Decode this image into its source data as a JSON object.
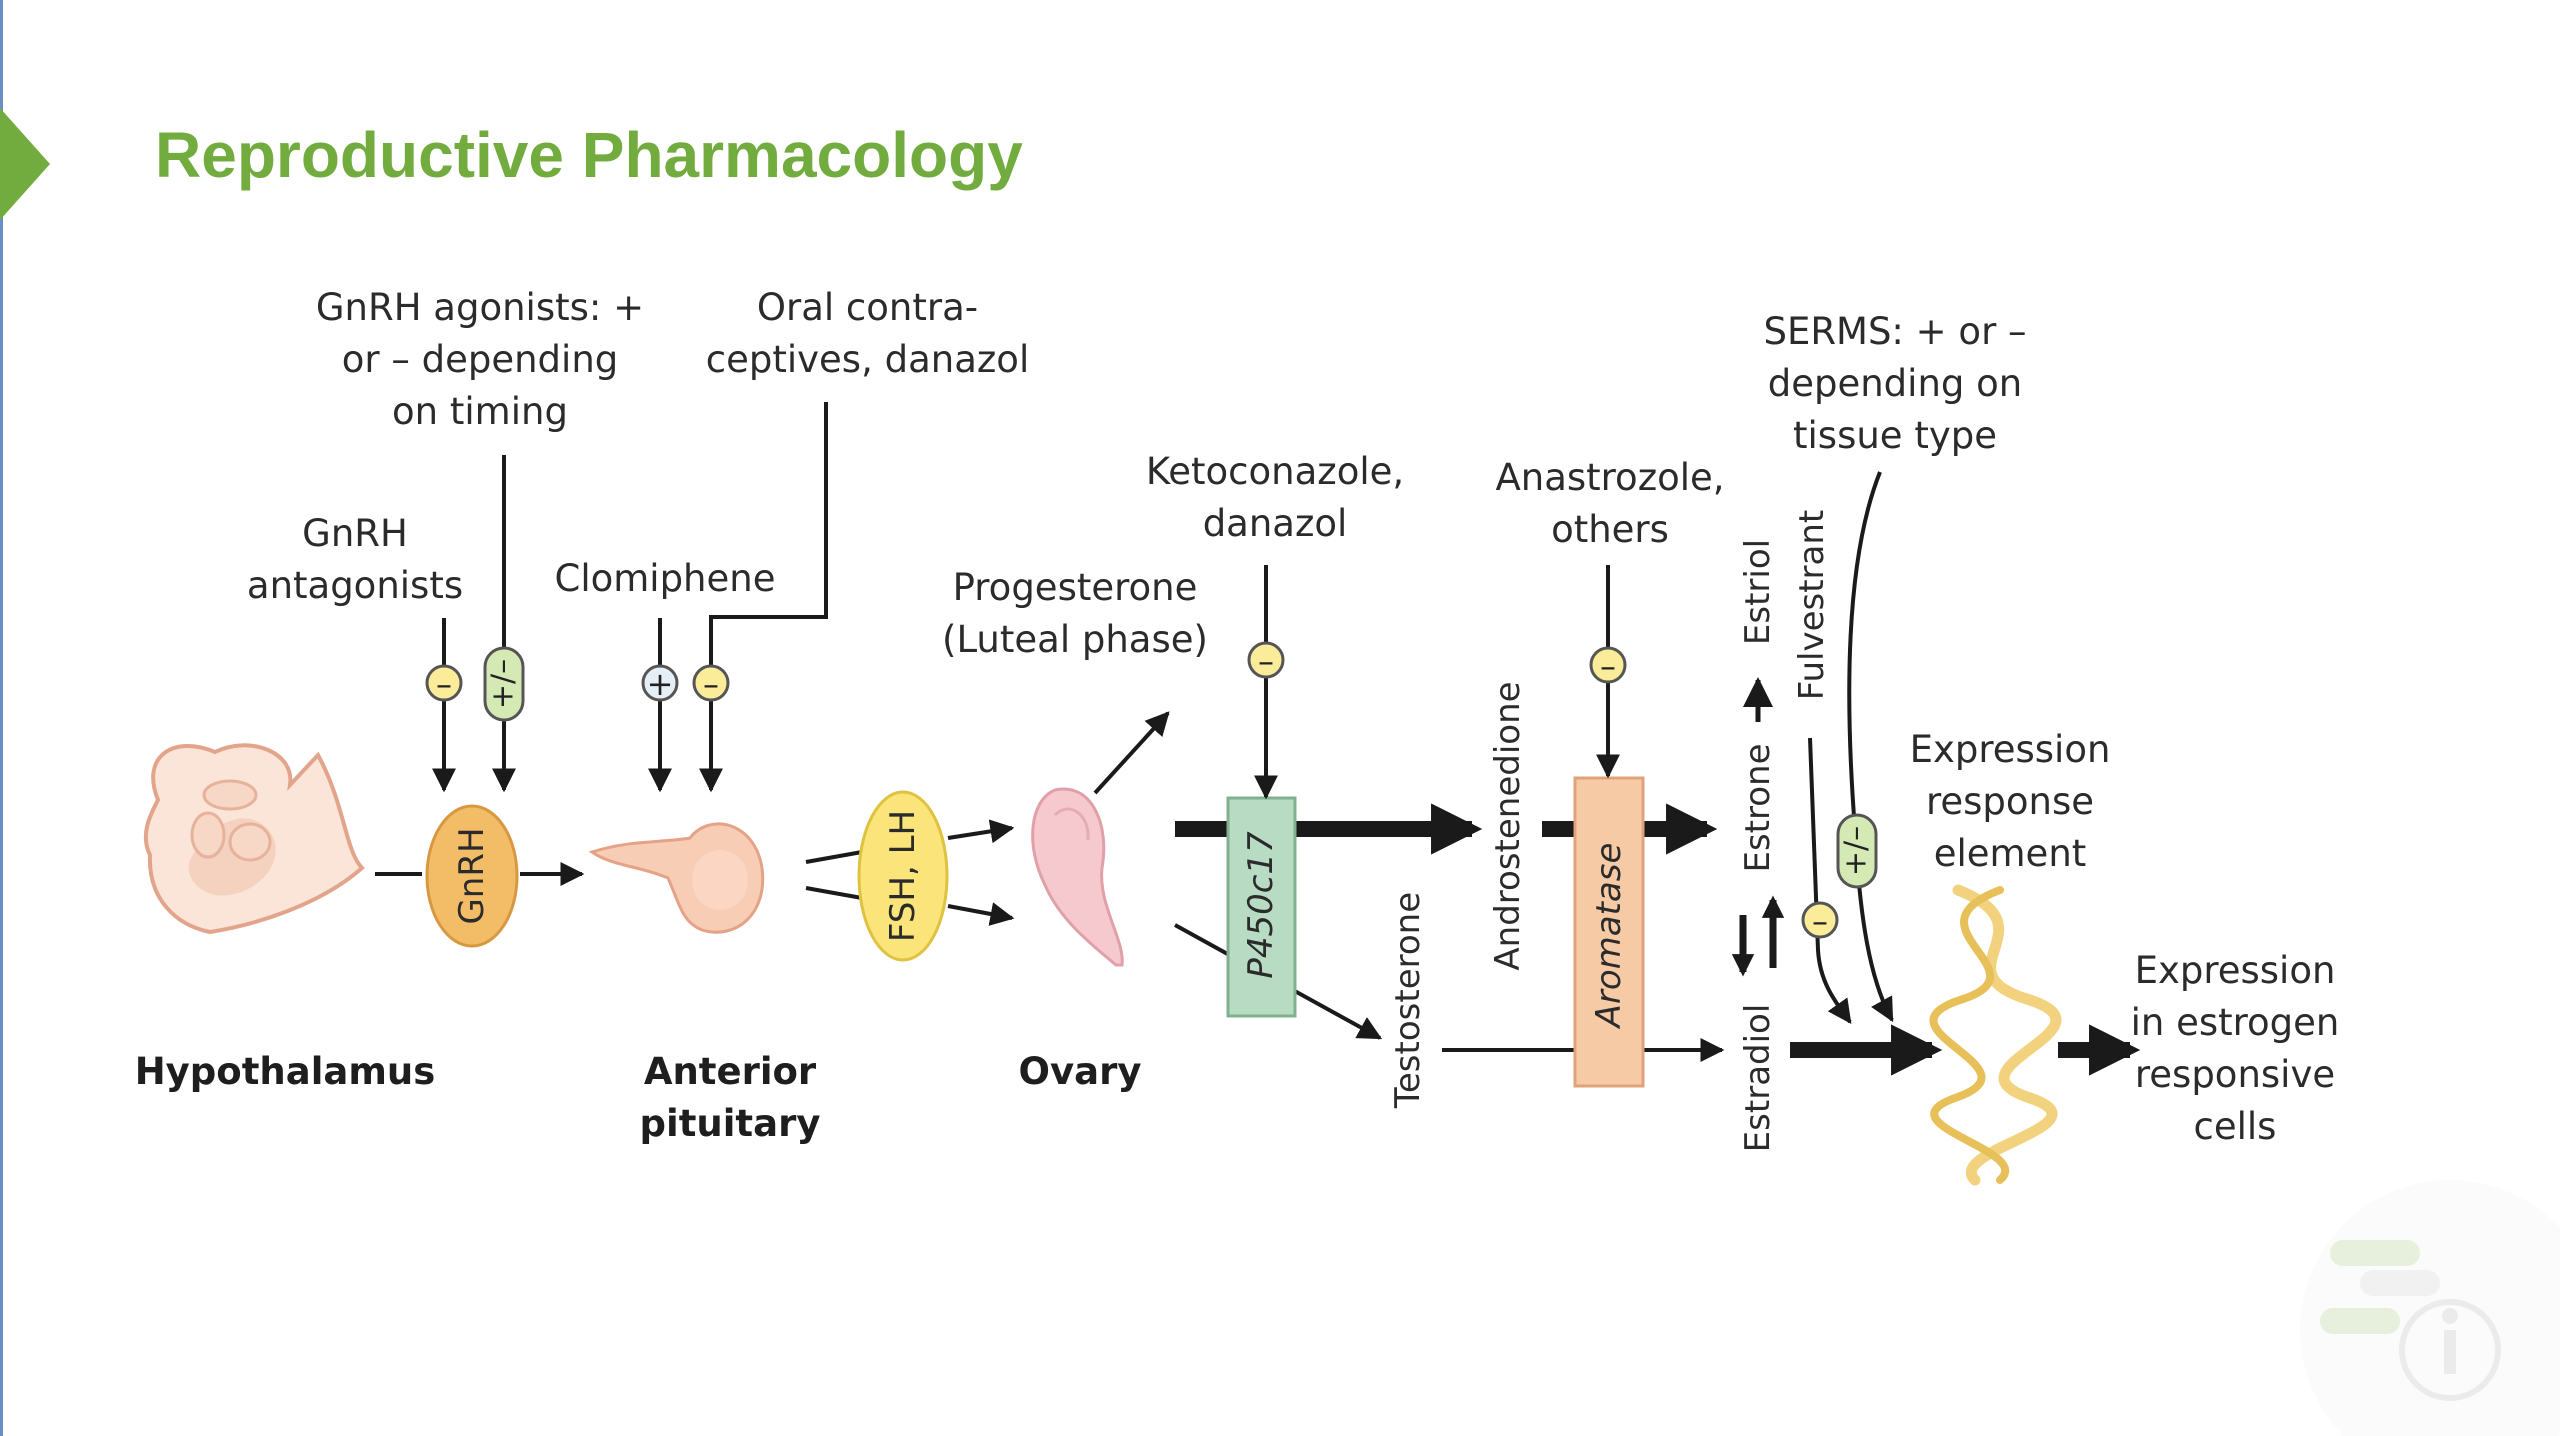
{
  "title": "Reproductive Pharmacology",
  "accent_color": "#72ac3e",
  "labels": {
    "gnrh_agonists": "GnRH agonists: +\nor – depending\non timing",
    "oral_contraceptives": "Oral contra-\nceptives, danazol",
    "gnrh_antagonists": "GnRH\nantagonists",
    "clomiphene": "Clomiphene",
    "progesterone": "Progesterone\n(Luteal phase)",
    "ketoconazole": "Ketoconazole,\ndanazol",
    "anastrozole": "Anastrozole,\nothers",
    "serms": "SERMS: + or –\ndepending on\ntissue type",
    "expression_response": "Expression\nresponse\nelement",
    "expression_cells": "Expression\nin estrogen\nresponsive\ncells",
    "hypothalamus": "Hypothalamus",
    "anterior_pituitary": "Anterior\npituitary",
    "ovary": "Ovary"
  },
  "nodes": {
    "gnrh": "GnRH",
    "fsh_lh": "FSH, LH",
    "p450": "P450c17",
    "aromatase": "Aromatase"
  },
  "hormones": {
    "androstenedione": "Androstenedione",
    "testosterone": "Testosterone",
    "estriol": "Estriol",
    "estrone": "Estrone",
    "estradiol": "Estradiol",
    "fulvestrant": "Fulvestrant"
  },
  "markers": {
    "minus": "–",
    "plus": "+",
    "plus_minus": "+/–"
  }
}
